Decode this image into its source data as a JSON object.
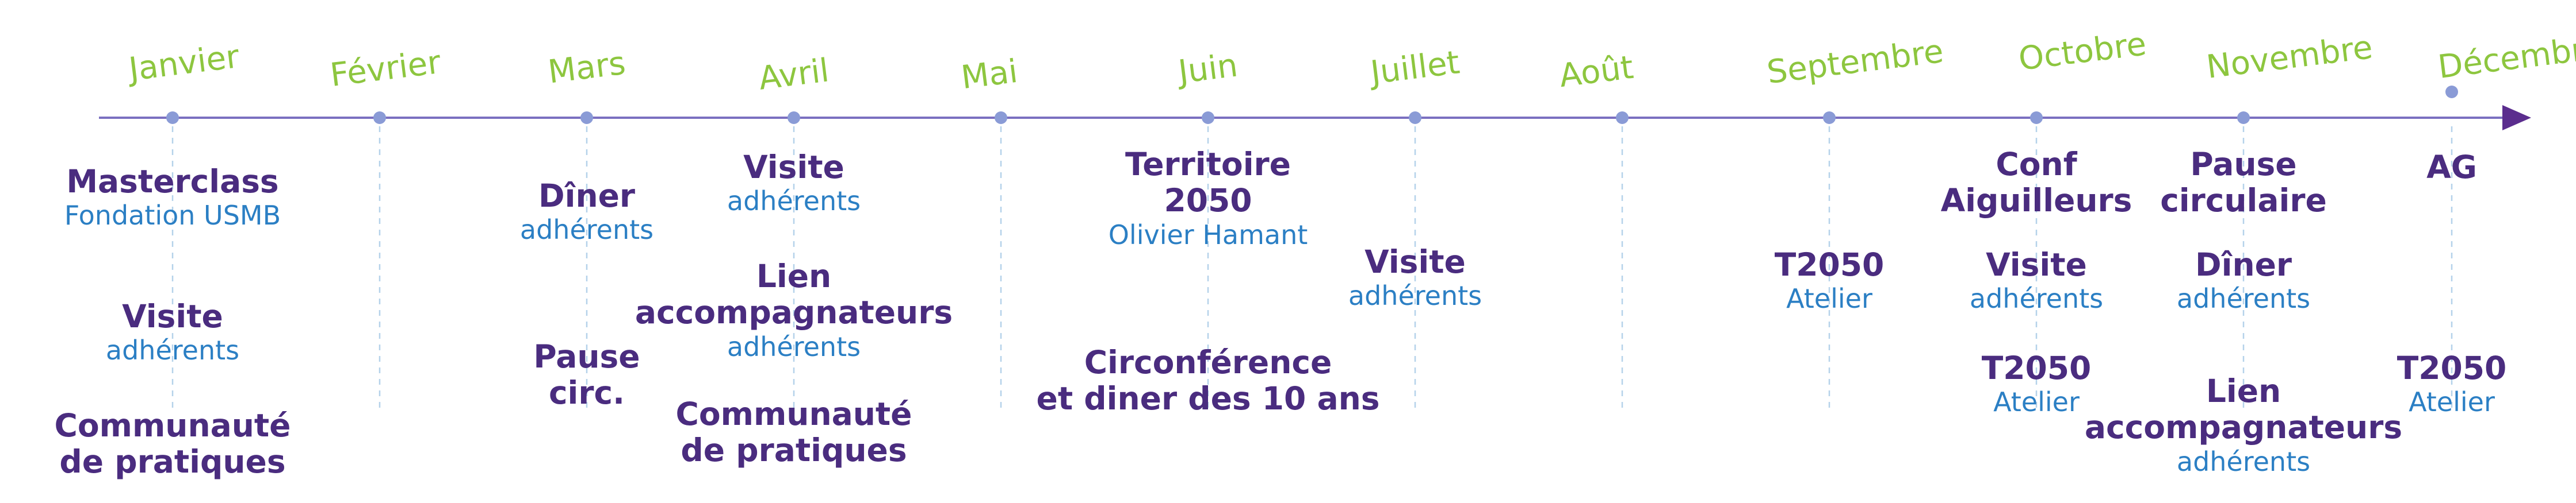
{
  "timeline": {
    "axis_color": "#7a6fc0",
    "month_color": "#8dc63f",
    "title_color": "#4a2c7f",
    "subtitle_color": "#2b7fc4",
    "months": [
      {
        "label": "Janvier"
      },
      {
        "label": "Février"
      },
      {
        "label": "Mars"
      },
      {
        "label": "Avril"
      },
      {
        "label": "Mai"
      },
      {
        "label": "Juin"
      },
      {
        "label": "Juillet"
      },
      {
        "label": "Août"
      },
      {
        "label": "Septembre"
      },
      {
        "label": "Octobre"
      },
      {
        "label": "Novembre"
      },
      {
        "label": "Décembre"
      }
    ],
    "events": [
      {
        "month": "Janvier",
        "title": [
          "Masterclass"
        ],
        "subtitle": "Fondation USMB"
      },
      {
        "month": "Janvier",
        "title": [
          "Visite"
        ],
        "subtitle": "adhérents"
      },
      {
        "month": "Janvier",
        "title": [
          "Communauté",
          "de pratiques"
        ],
        "subtitle": ""
      },
      {
        "month": "Mars",
        "title": [
          "Dîner"
        ],
        "subtitle": "adhérents"
      },
      {
        "month": "Mars",
        "title": [
          "Pause",
          "circ."
        ],
        "subtitle": ""
      },
      {
        "month": "Avril",
        "title": [
          "Visite"
        ],
        "subtitle": "adhérents"
      },
      {
        "month": "Avril",
        "title": [
          "Lien",
          "accompagnateurs"
        ],
        "subtitle": "adhérents"
      },
      {
        "month": "Avril",
        "title": [
          "Communauté",
          "de pratiques"
        ],
        "subtitle": ""
      },
      {
        "month": "Juin",
        "title": [
          "Territoire",
          "2050"
        ],
        "subtitle": "Olivier Hamant"
      },
      {
        "month": "Juin",
        "title": [
          "Circonférence",
          "et diner des 10 ans"
        ],
        "subtitle": ""
      },
      {
        "month": "Juillet",
        "title": [
          "Visite"
        ],
        "subtitle": "adhérents"
      },
      {
        "month": "Septembre",
        "title": [
          "T2050"
        ],
        "subtitle": "Atelier"
      },
      {
        "month": "Octobre",
        "title": [
          "Conf",
          "Aiguilleurs"
        ],
        "subtitle": ""
      },
      {
        "month": "Octobre",
        "title": [
          "Visite"
        ],
        "subtitle": "adhérents"
      },
      {
        "month": "Octobre",
        "title": [
          "T2050"
        ],
        "subtitle": "Atelier"
      },
      {
        "month": "Novembre",
        "title": [
          "Pause",
          "circulaire"
        ],
        "subtitle": ""
      },
      {
        "month": "Novembre",
        "title": [
          "Dîner"
        ],
        "subtitle": "adhérents"
      },
      {
        "month": "Novembre",
        "title": [
          "Lien",
          "accompagnateurs"
        ],
        "subtitle": "adhérents"
      },
      {
        "month": "Décembre",
        "title": [
          "AG"
        ],
        "subtitle": ""
      },
      {
        "month": "Décembre",
        "title": [
          "T2050"
        ],
        "subtitle": "Atelier"
      }
    ]
  }
}
